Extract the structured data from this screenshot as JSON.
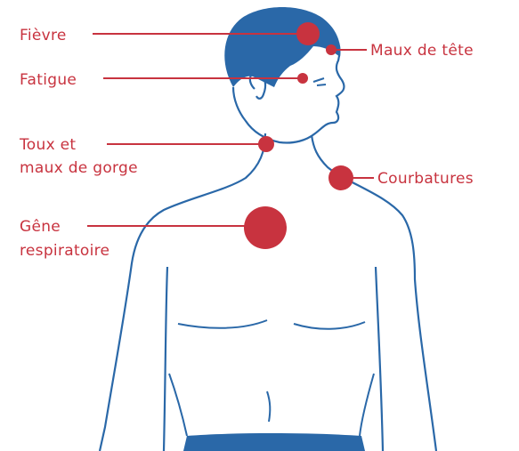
{
  "labels": {
    "fievre": "Fièvre",
    "maux_de_tete": "Maux de tête",
    "fatigue": "Fatigue",
    "toux_line1": "Toux et",
    "toux_line2": "maux de gorge",
    "courbatures": "Courbatures",
    "gene_line1": "Gêne",
    "gene_line2": "respiratoire"
  },
  "colors": {
    "accent": "#c8333f",
    "outline": "#2a68a8",
    "hair": "#2a68a8",
    "shorts": "#2a68a8",
    "background": "#ffffff"
  }
}
